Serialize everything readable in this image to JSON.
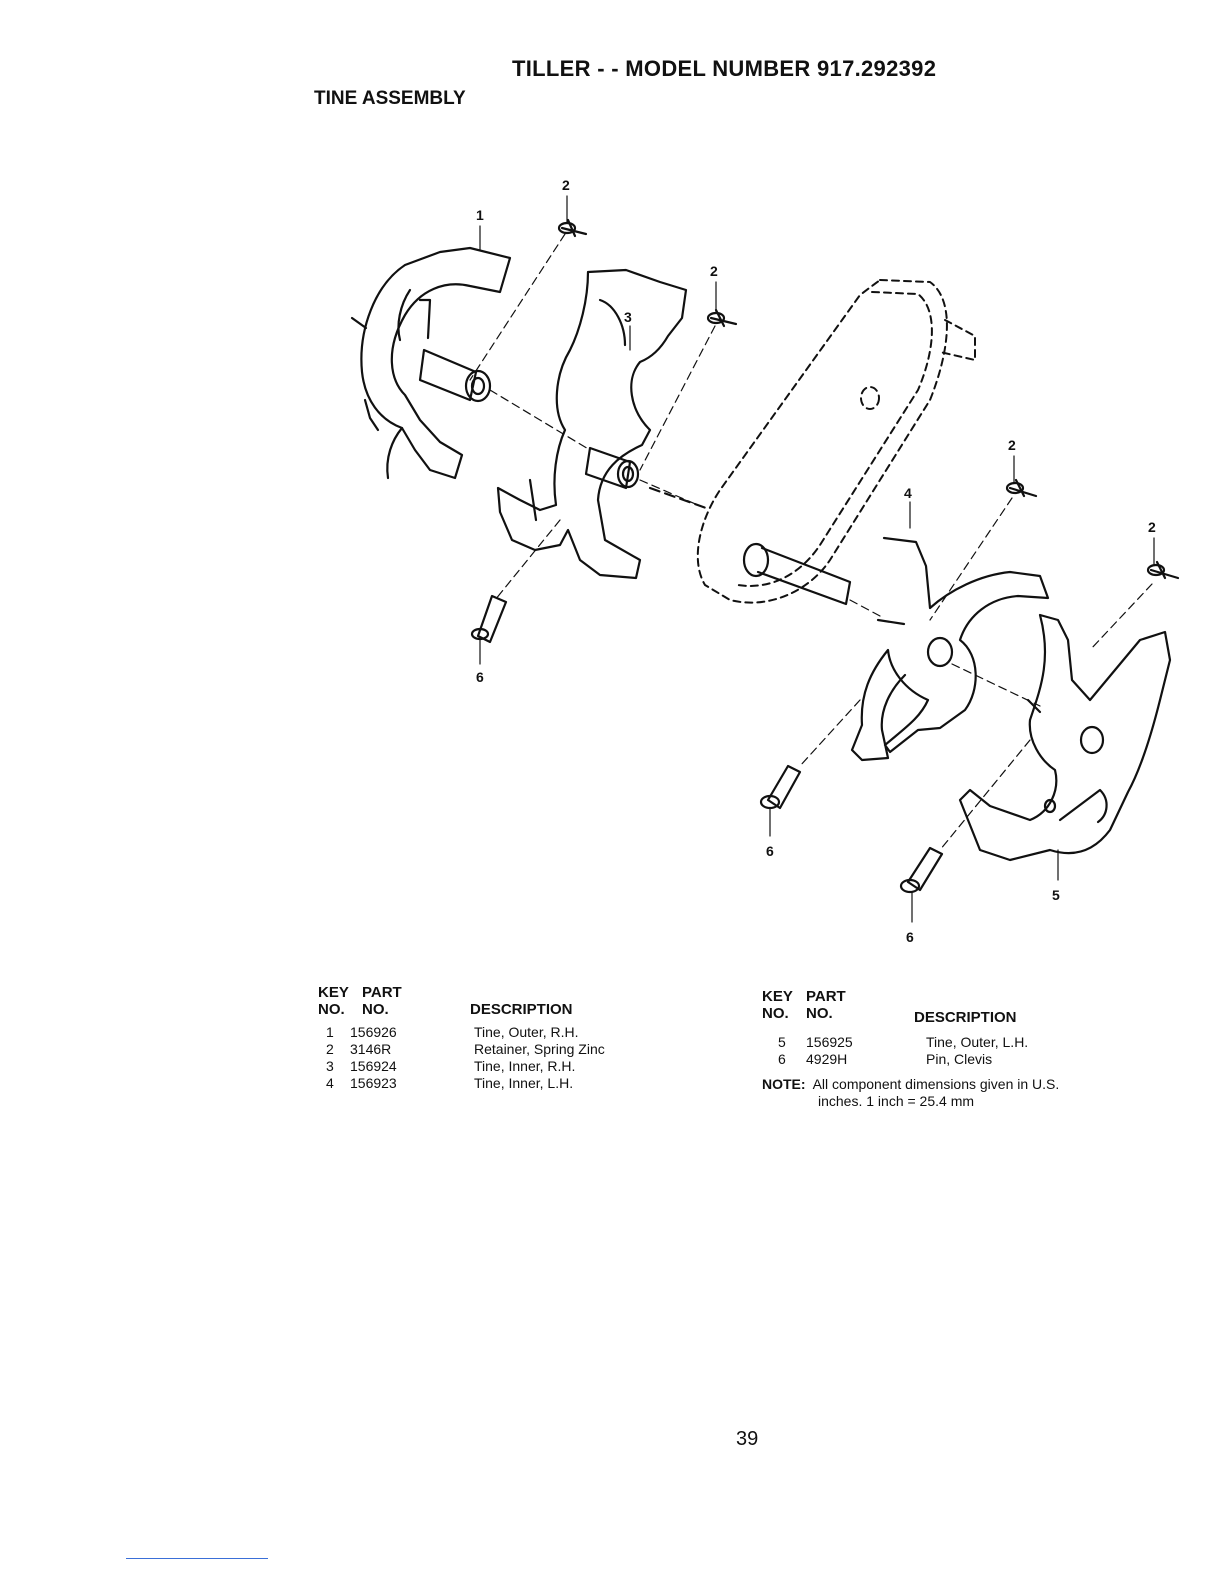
{
  "header": {
    "title": "TILLER - - MODEL NUMBER 917.292392",
    "subtitle": "TINE ASSEMBLY"
  },
  "diagram": {
    "callouts": [
      "1",
      "2",
      "2",
      "3",
      "2",
      "4",
      "2",
      "5",
      "6",
      "6",
      "6"
    ]
  },
  "table_left": {
    "header": {
      "key_top": "KEY",
      "part_top": "PART",
      "key_bottom": "NO.",
      "part_bottom": "NO.",
      "description": "DESCRIPTION"
    },
    "rows": [
      {
        "key": "1",
        "part": "156926",
        "description": "Tine, Outer, R.H."
      },
      {
        "key": "2",
        "part": "3146R",
        "description": "Retainer, Spring Zinc"
      },
      {
        "key": "3",
        "part": "156924",
        "description": "Tine, Inner, R.H."
      },
      {
        "key": "4",
        "part": "156923",
        "description": "Tine, Inner,  L.H."
      }
    ]
  },
  "table_right": {
    "header": {
      "key_top": "KEY",
      "part_top": "PART",
      "key_bottom": "NO.",
      "part_bottom": "NO.",
      "description": "DESCRIPTION"
    },
    "rows": [
      {
        "key": "5",
        "part": "156925",
        "description": "Tine, Outer, L.H."
      },
      {
        "key": "6",
        "part": "4929H",
        "description": "Pin, Clevis"
      }
    ]
  },
  "note": {
    "label": "NOTE:",
    "line1": "All component dimensions given in U.S.",
    "line2": "inches. 1 inch = 25.4 mm"
  },
  "page_number": "39"
}
